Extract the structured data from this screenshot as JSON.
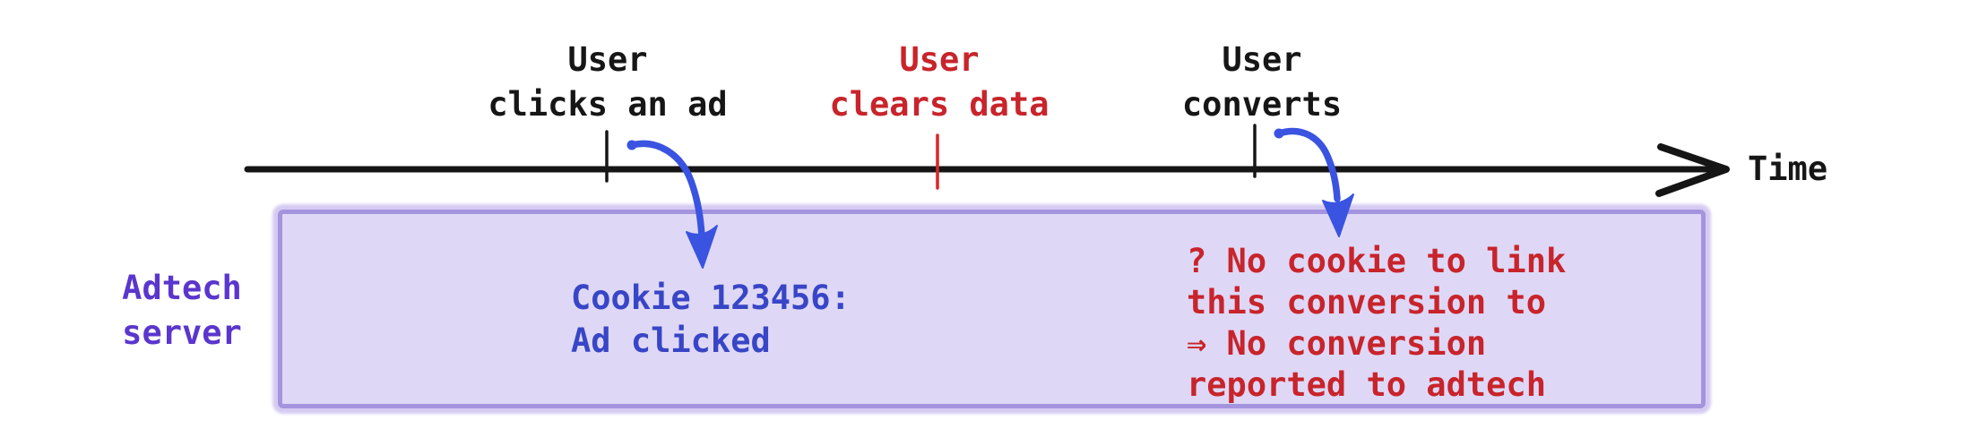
{
  "timeline": {
    "axis_label": "Time",
    "events": [
      {
        "id": "user-clicks-ad",
        "line1": "User",
        "line2": "clicks an ad",
        "tick_color": "#161616"
      },
      {
        "id": "user-clears-data",
        "line1": "User",
        "line2": "clears data",
        "tick_color": "#d92726"
      },
      {
        "id": "user-converts",
        "line1": "User",
        "line2": "converts",
        "tick_color": "#161616"
      }
    ]
  },
  "adtech": {
    "lane_label_line1": "Adtech",
    "lane_label_line2": "server",
    "cookie_note": {
      "line1": "Cookie 123456:",
      "line2": "Ad clicked"
    },
    "failure_note": {
      "line1": "? No cookie to link",
      "line2": "this conversion to",
      "line3": "⇒ No conversion",
      "line4": "reported to adtech"
    }
  },
  "colors": {
    "event_default": "#161616",
    "event_cleared": "#c8242b",
    "cookie_text": "#3845c6",
    "failure_text": "#c8242b",
    "lane_label": "#5a36cd",
    "flow_arrow": "#3a53e0",
    "box_fill": "#ded8f6",
    "box_border": "#a494de",
    "box_glow": "#d5cbf2",
    "timeline": "#151515",
    "cleared_tick": "#d92726"
  }
}
